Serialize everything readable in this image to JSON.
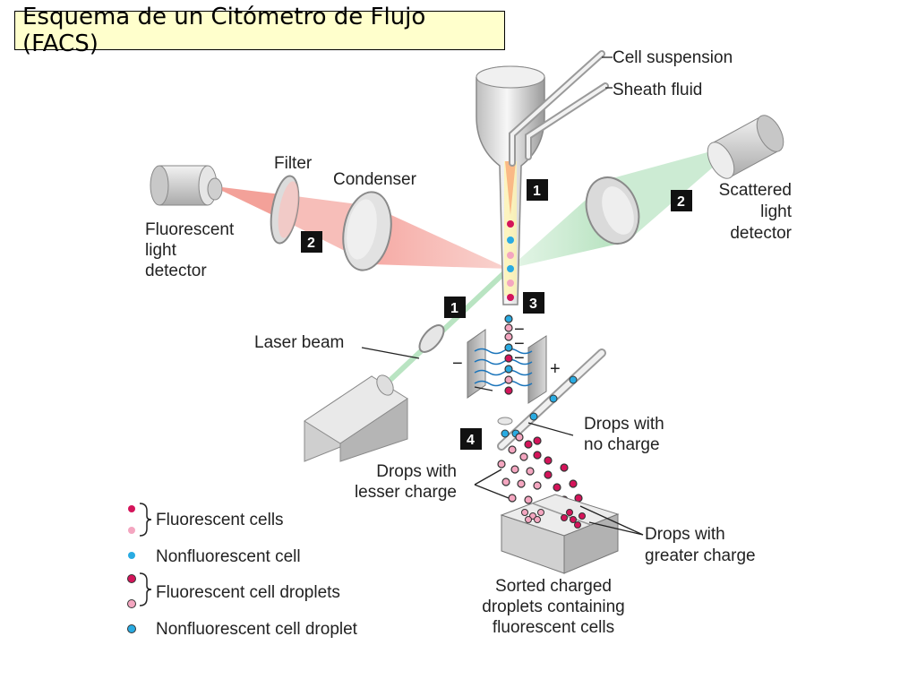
{
  "title": "Esquema de un Citómetro de Flujo (FACS)",
  "labels": {
    "cell_suspension": "Cell suspension",
    "sheath_fluid": "Sheath fluid",
    "filter": "Filter",
    "condenser": "Condenser",
    "fluorescent_detector": [
      "Fluorescent",
      "light",
      "detector"
    ],
    "scattered_detector": [
      "Scattered",
      "light",
      "detector"
    ],
    "laser_beam": "Laser beam",
    "drops_no_charge": [
      "Drops with",
      "no charge"
    ],
    "drops_lesser_charge": [
      "Drops with",
      "lesser charge"
    ],
    "drops_greater_charge": [
      "Drops with",
      "greater charge"
    ],
    "sorted": [
      "Sorted charged",
      "droplets containing",
      "fluorescent cells"
    ]
  },
  "markers": {
    "step1_top": "1",
    "step1_laser": "1",
    "step2_left": "2",
    "step2_right": "2",
    "step3": "3",
    "step4": "4"
  },
  "signs": {
    "minus_left": "−",
    "plus_right": "+",
    "minus_stream_1": "−",
    "minus_stream_2": "−",
    "minus_stream_3": "−"
  },
  "legend": [
    {
      "label": "Fluorescent cells"
    },
    {
      "label": "Nonfluorescent cell"
    },
    {
      "label": "Fluorescent cell droplets"
    },
    {
      "label": "Nonfluorescent cell droplet"
    }
  ],
  "colors": {
    "fluorescent_dark": "#d4145a",
    "fluorescent_light": "#f4a6c0",
    "nonfluorescent": "#29abe2",
    "marker_bg": "#111111",
    "red_cone": "#f08a80",
    "green_cone": "#b9e4c2",
    "title_bg": "#ffffcc"
  }
}
